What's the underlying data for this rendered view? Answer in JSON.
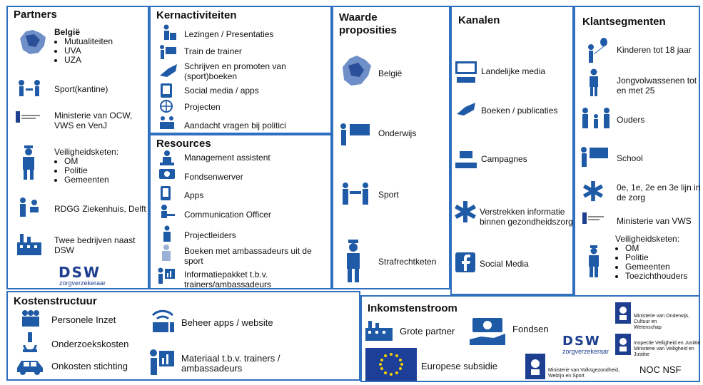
{
  "partners": {
    "title": "Partners",
    "belgie": "België",
    "belgie_list": [
      "Mutualiteiten",
      "UVA",
      "UZA"
    ],
    "sport": "Sport(kantine)",
    "ministerie": "Ministerie van OCW,\nVWS en VenJ",
    "veiligheid_title": "Veiligheidsketen:",
    "veiligheid_list": [
      "OM",
      "Politie",
      "Gemeenten"
    ],
    "rdgg": "RDGG Ziekenhuis, Delft",
    "bedrijven": "Twee bedrijven naast\nDSW",
    "dsw_logo": "DSW",
    "dsw_sub": "zorgverzekeraar"
  },
  "kernactiviteiten": {
    "title": "Kernactiviteiten",
    "items": [
      "Lezingen / Presentaties",
      "Train de trainer",
      "Schrijven en promoten van\n(sport)boeken",
      "Social media / apps",
      "Projecten",
      "Aandacht vragen bij politici"
    ]
  },
  "resources": {
    "title": "Resources",
    "items": [
      "Management assistent",
      "Fondsenwerver",
      "Apps",
      "Communication Officer",
      "Projectleiders",
      "Boeken met ambassadeurs uit de\nsport",
      "Informatiepakket t.b.v.\ntrainers/ambassadeurs"
    ]
  },
  "waarde": {
    "title": "Waarde\nproposities",
    "items": [
      "België",
      "Onderwijs",
      "Sport",
      "Strafrechtketen"
    ]
  },
  "kanalen": {
    "title": "Kanalen",
    "items": [
      "Landelijke media",
      "Boeken / publicaties",
      "Campagnes",
      "Verstrekken informatie\nbinnen gezondheidszorg",
      "Social Media"
    ]
  },
  "klant": {
    "title": "Klantsegmenten",
    "items": [
      "Kinderen tot 18 jaar",
      "Jongvolwassenen tot\nen met 25",
      "Ouders",
      "School",
      "0e, 1e, 2e en 3e lijn in\nde zorg",
      "Ministerie van VWS"
    ],
    "veiligheid_title": "Veiligheidsketen:",
    "veiligheid_list": [
      "OM",
      "Politie",
      "Gemeenten",
      "Toezichthouders"
    ]
  },
  "kosten": {
    "title": "Kostenstructuur",
    "items": [
      "Personele Inzet",
      "Onderzoekskosten",
      "Onkosten stichting",
      "Beheer apps / website",
      "Materiaal t.b.v. trainers /\nambassadeurs"
    ]
  },
  "inkomsten": {
    "title": "Inkomstenstroom",
    "grote_partner": "Grote partner",
    "fondsen": "Fondsen",
    "dsw_logo": "DSW",
    "dsw_sub": "zorgverzekeraar",
    "europese": "Europese subsidie",
    "min_vws": "Ministerie van Volksgezondheid,\nWelzijn en Sport",
    "min_ocw": "Ministerie van Onderwijs, Cultuur en\nWetenschap",
    "inspectie": "Inspectie Veiligheid en Justitie\nMinisterie van Veiligheid en Justitie",
    "noc": "NOC NSF"
  },
  "colors": {
    "border": "#2f6fbf",
    "icon": "#1f5aa6",
    "dsw": "#1e3f8f",
    "eu": "#1d3f97"
  }
}
